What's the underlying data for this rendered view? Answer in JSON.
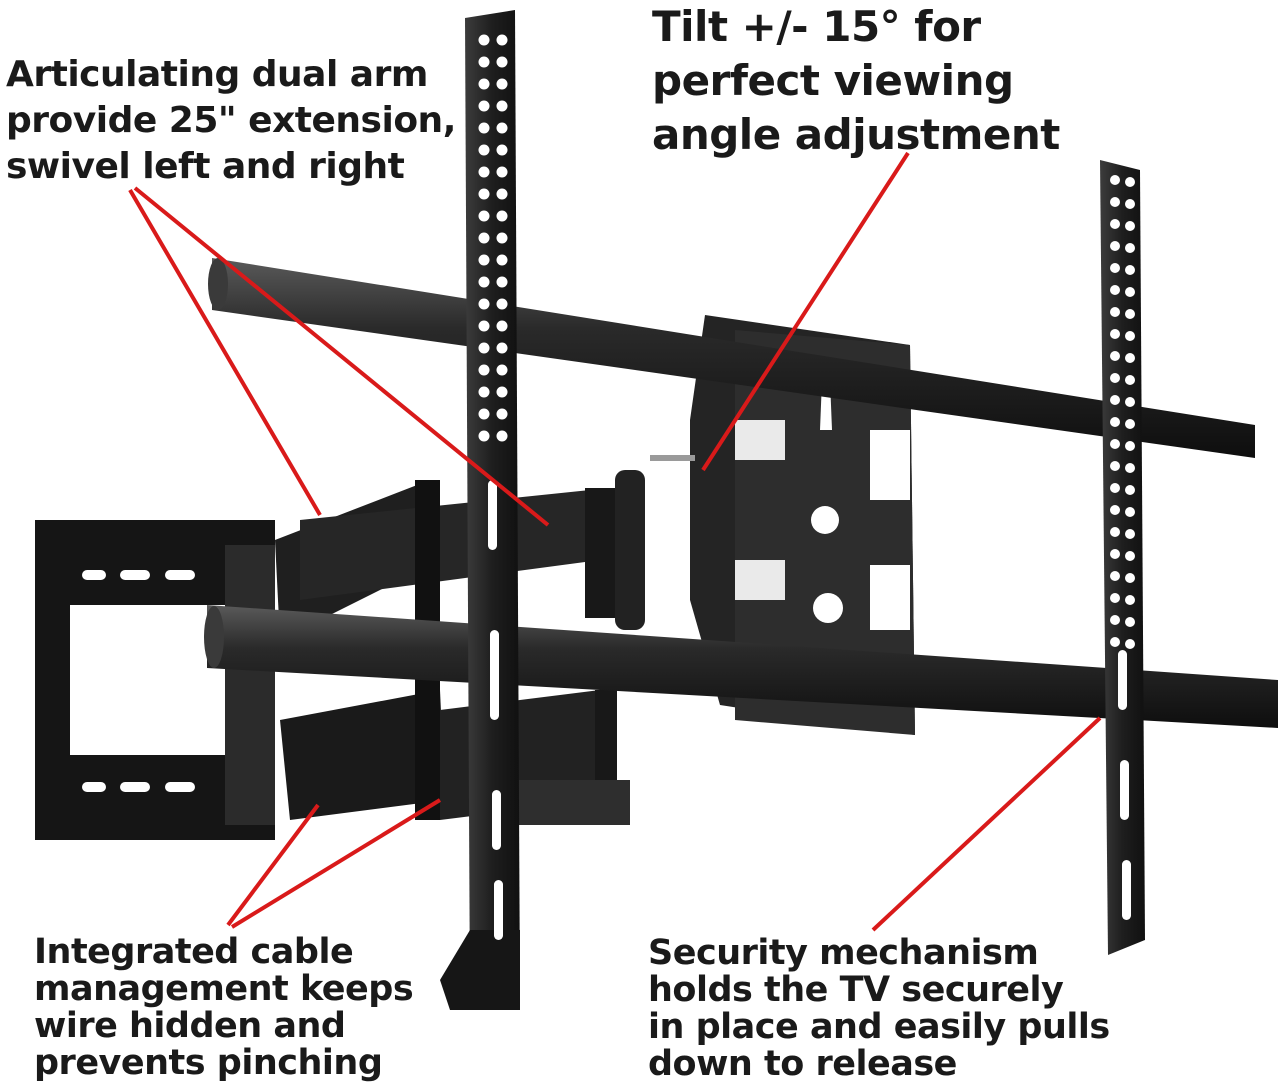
{
  "callouts": {
    "arm": "Articulating dual arm\nprovide 25\" extension,\nswivel left and right",
    "tilt": "Tilt +/- 15° for\nperfect viewing\nangle adjustment",
    "cable": "Integrated cable\nmanagement keeps\nwire hidden and\nprevents pinching",
    "security": "Security mechanism\nholds the TV securely\nin place and easily pulls\ndown to release"
  },
  "colors": {
    "background": "#ffffff",
    "metal": "#1c1c1c",
    "metal_highlight": "#4a4a4a",
    "pointer_line": "#d91a1a",
    "text": "#1a1a1a"
  }
}
